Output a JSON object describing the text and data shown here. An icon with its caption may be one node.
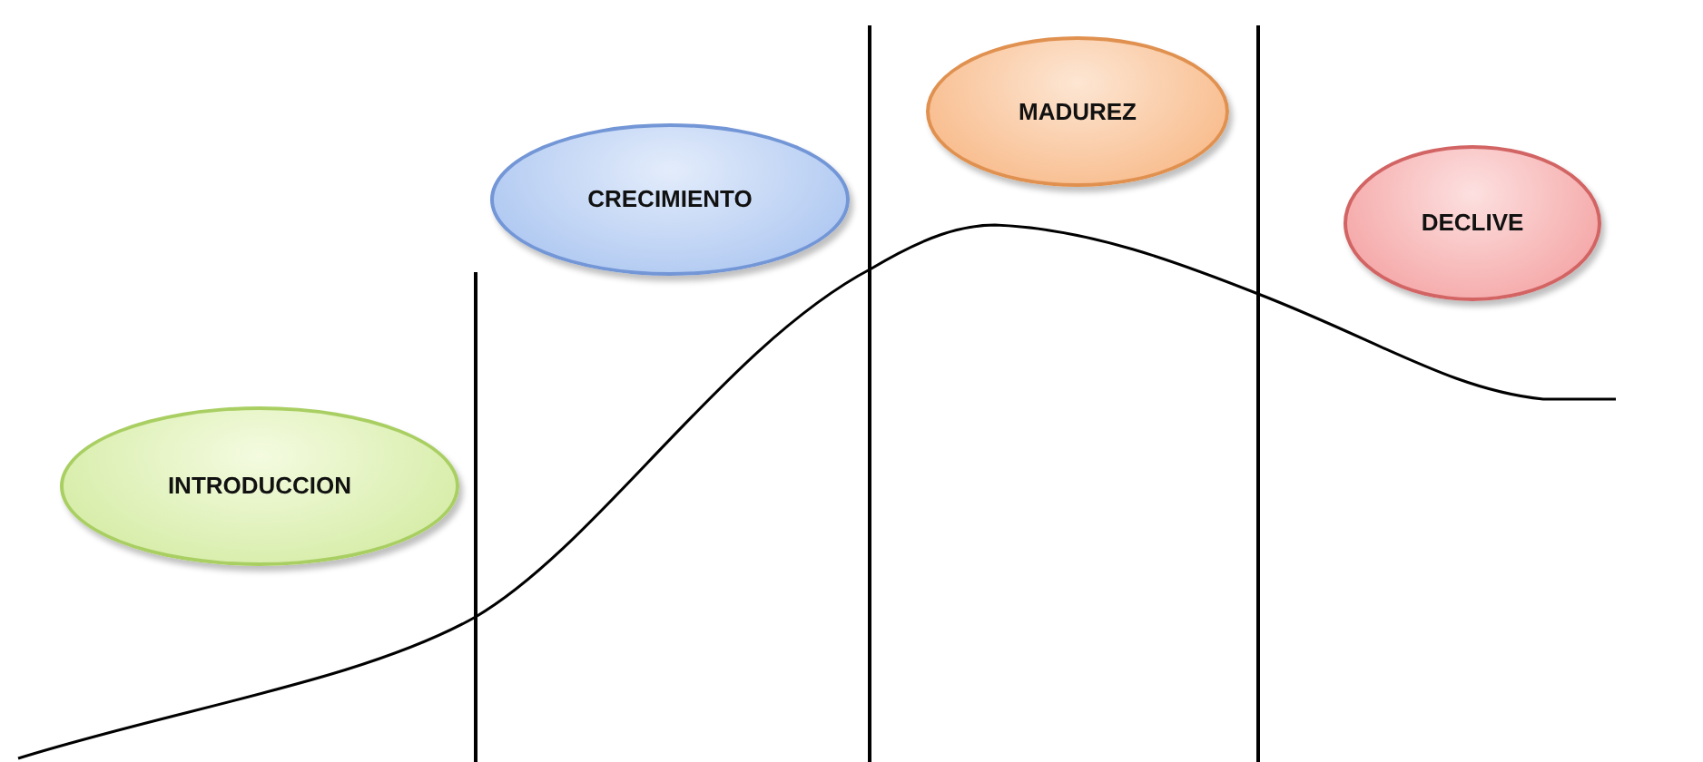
{
  "diagram": {
    "nodes": [
      {
        "text": [
          "INTRODUCCION"
        ]
      },
      {
        "text": [
          "CRECIMIENTO"
        ]
      },
      {
        "text": [
          "MADUREZ"
        ]
      },
      {
        "text": [
          "DECLIVE"
        ]
      }
    ],
    "edges": []
  }
}
